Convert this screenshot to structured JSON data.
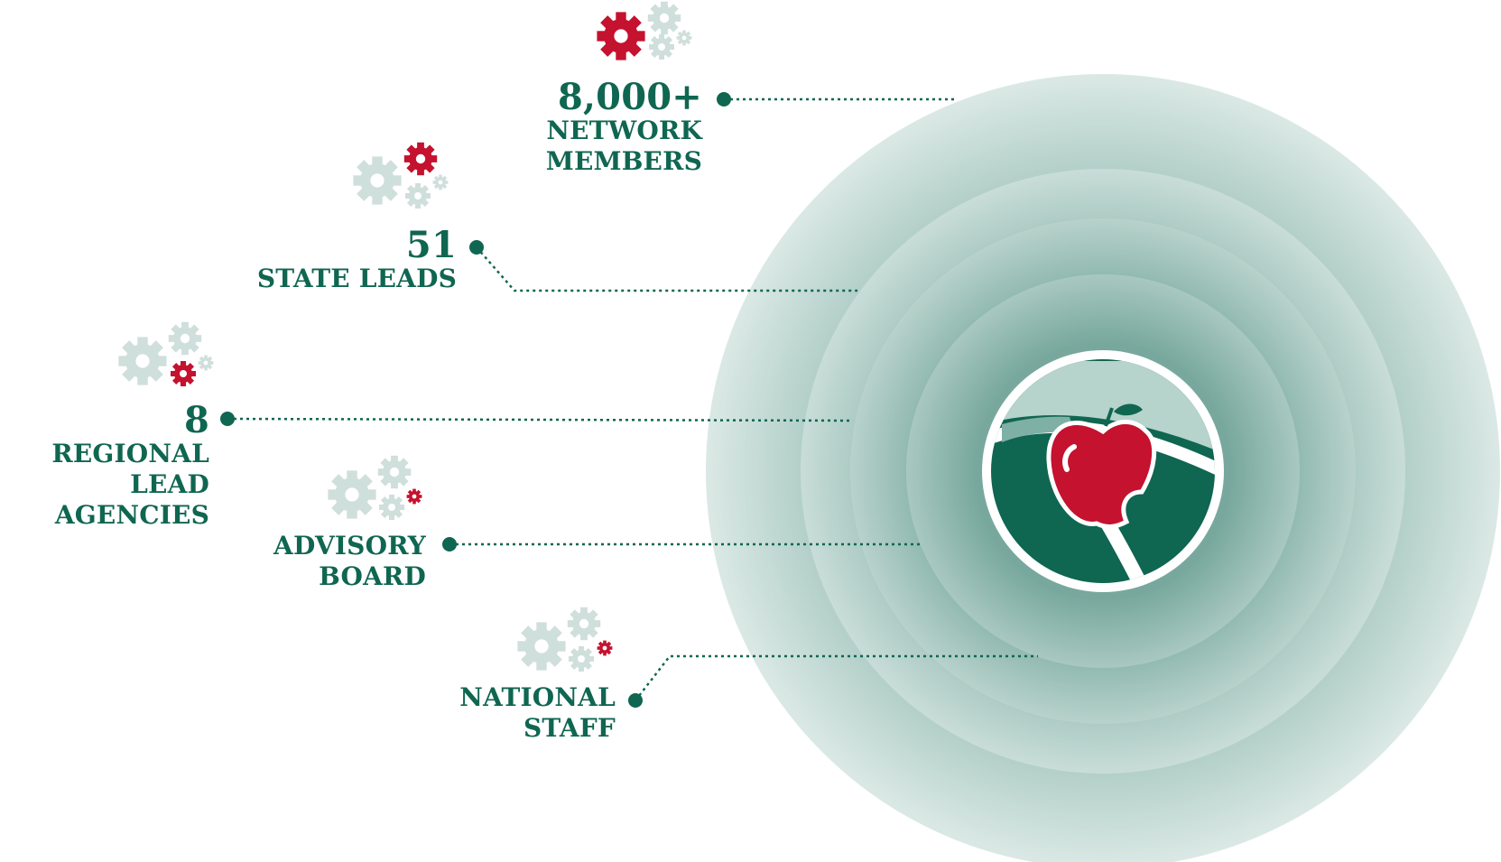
{
  "colors": {
    "green": "#0f6651",
    "red": "#c4122f",
    "gear_grey": "#cfdfdb",
    "ring_outer": "#c9ddd8",
    "ring_inner": "#7fb0a5"
  },
  "tiers": [
    {
      "number": "8,000+",
      "line1": "NETWORK",
      "line2": "MEMBERS"
    },
    {
      "number": "51",
      "line1": "STATE LEADS",
      "line2": ""
    },
    {
      "number": "8",
      "line1": "REGIONAL",
      "line2": "LEAD AGENCIES"
    },
    {
      "number": "",
      "line1": "ADVISORY",
      "line2": "BOARD"
    },
    {
      "number": "",
      "line1": "NATIONAL",
      "line2": "STAFF"
    }
  ],
  "center_logo": "apple-logo"
}
